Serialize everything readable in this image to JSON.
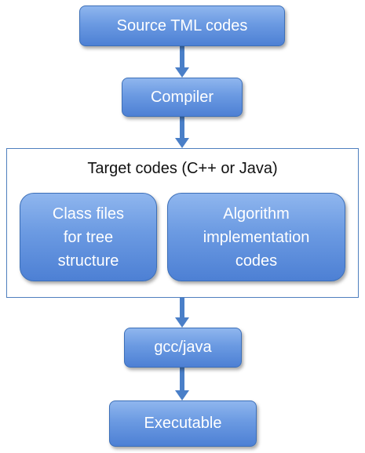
{
  "diagram": {
    "source": "Source TML codes",
    "compiler": "Compiler",
    "group_title": "Target codes (C++ or Java)",
    "class_files": [
      "Class files",
      "for tree",
      "structure"
    ],
    "algorithm": [
      "Algorithm",
      "implementation",
      "codes"
    ],
    "gcc_java": "gcc/java",
    "executable": "Executable"
  },
  "colors": {
    "box_fill": "#6b9ae2",
    "box_border": "#3c6fb8",
    "arrow": "#4a7fc8",
    "group_border": "#4f7fbe"
  }
}
